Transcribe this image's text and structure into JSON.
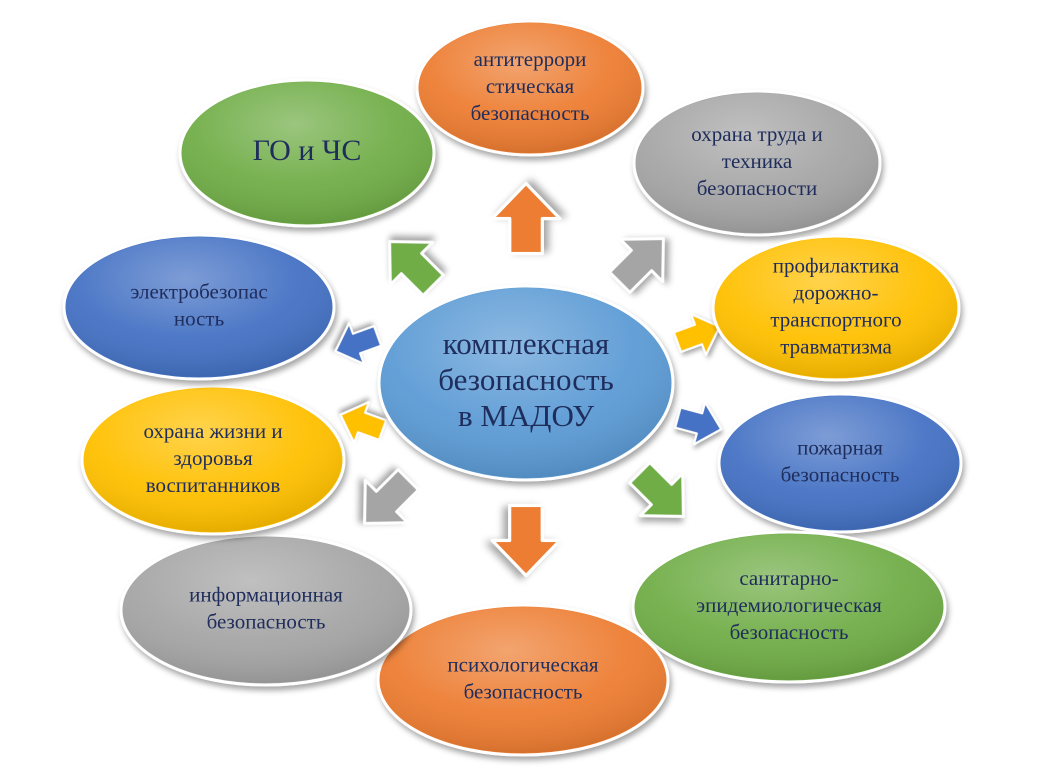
{
  "colors": {
    "orange": "#ED7D31",
    "gray": "#A5A5A5",
    "yellow": "#FFC000",
    "blue": "#4472C4",
    "green": "#70AD47",
    "center_blue": "#5B9BD5",
    "text": "#1F2D5C"
  },
  "center": {
    "lines": [
      "комплексная",
      "безопасность",
      "в МАДОУ"
    ]
  },
  "nodes": [
    {
      "id": "antiterror",
      "color": "orange",
      "lines": [
        "антитеррори",
        "стическая",
        "безопасность"
      ]
    },
    {
      "id": "labor",
      "color": "gray",
      "lines": [
        "охрана труда и",
        "техника",
        "безопасности"
      ]
    },
    {
      "id": "traffic",
      "color": "yellow",
      "lines": [
        "профилактика",
        "дорожно-",
        "транспортного",
        "травматизма"
      ]
    },
    {
      "id": "fire",
      "color": "blue",
      "lines": [
        "пожарная",
        "безопасность"
      ]
    },
    {
      "id": "sanitary",
      "color": "green",
      "lines": [
        "санитарно-",
        "эпидемиологическая",
        "безопасность"
      ]
    },
    {
      "id": "psych",
      "color": "orange",
      "lines": [
        "психологическая",
        "безопасность"
      ]
    },
    {
      "id": "info",
      "color": "gray",
      "lines": [
        "информационная",
        "безопасность"
      ]
    },
    {
      "id": "life",
      "color": "yellow",
      "lines": [
        "охрана жизни и",
        "здоровья",
        "воспитанников"
      ]
    },
    {
      "id": "electro",
      "color": "blue",
      "lines": [
        "электробезопас",
        "ность"
      ]
    },
    {
      "id": "go",
      "color": "green",
      "lines": [
        "ГО и ЧС"
      ]
    }
  ],
  "arrows": [
    {
      "id": "antiterror",
      "color": "orange"
    },
    {
      "id": "labor",
      "color": "gray"
    },
    {
      "id": "traffic",
      "color": "yellow"
    },
    {
      "id": "fire",
      "color": "blue"
    },
    {
      "id": "sanitary",
      "color": "green"
    },
    {
      "id": "psych",
      "color": "orange"
    },
    {
      "id": "info",
      "color": "gray"
    },
    {
      "id": "life",
      "color": "yellow"
    },
    {
      "id": "electro",
      "color": "blue"
    },
    {
      "id": "go",
      "color": "green"
    }
  ]
}
